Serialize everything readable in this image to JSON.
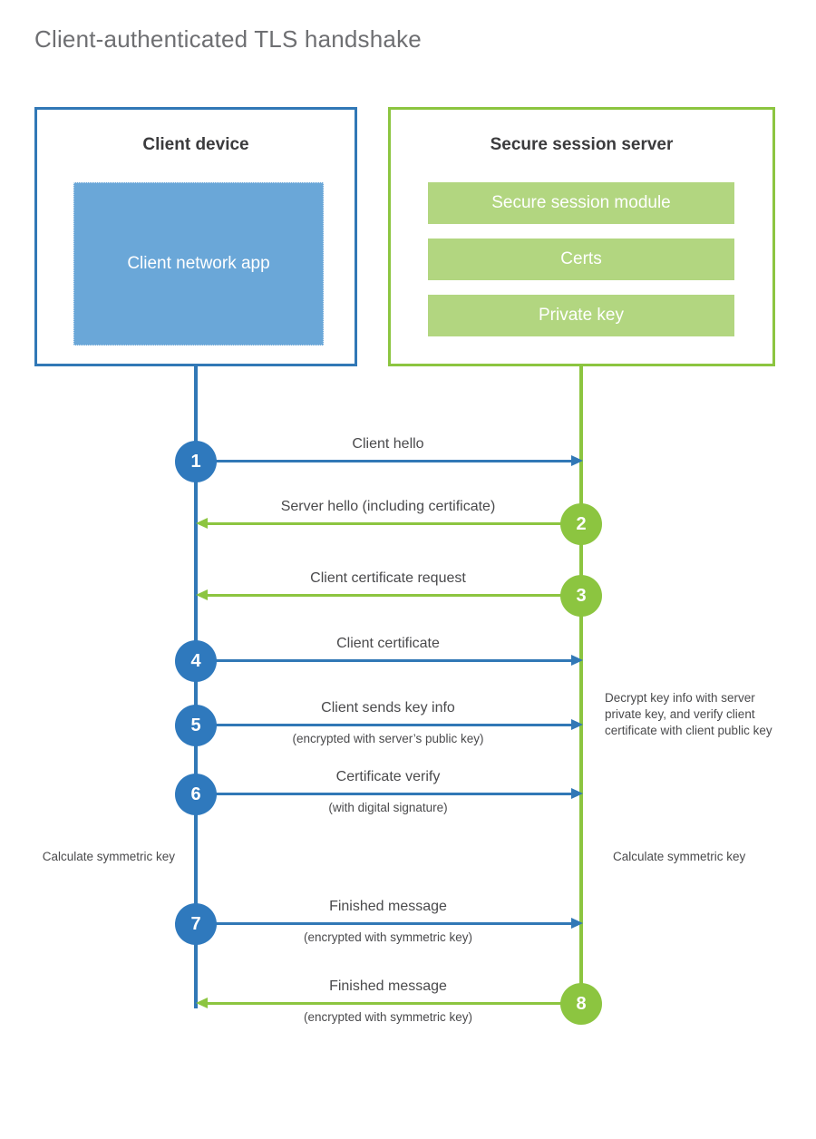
{
  "title": "Client-authenticated TLS handshake",
  "colors": {
    "client_accent": "#3178b6",
    "client_block_fill": "#6aa7d8",
    "client_badge": "#2f79bd",
    "server_accent": "#8cc540",
    "server_block_fill": "#b2d680",
    "title_text": "#6e6f72",
    "body_text": "#4a4a4c",
    "background": "#ffffff"
  },
  "participants": {
    "client": {
      "title": "Client device",
      "components": [
        "Client network app"
      ]
    },
    "server": {
      "title": "Secure session server",
      "components": [
        "Secure session module",
        "Certs",
        "Private key"
      ]
    }
  },
  "messages": [
    {
      "step": "1",
      "label": "Client hello",
      "sublabel": "",
      "direction": "client-to-server",
      "color": "#3178b6"
    },
    {
      "step": "2",
      "label": "Server hello (including certificate)",
      "sublabel": "",
      "direction": "server-to-client",
      "color": "#8cc540"
    },
    {
      "step": "3",
      "label": "Client certificate request",
      "sublabel": "",
      "direction": "server-to-client",
      "color": "#8cc540"
    },
    {
      "step": "4",
      "label": "Client certificate",
      "sublabel": "",
      "direction": "client-to-server",
      "color": "#3178b6"
    },
    {
      "step": "5",
      "label": "Client sends key info",
      "sublabel": "(encrypted with server’s public key)",
      "direction": "client-to-server",
      "color": "#3178b6"
    },
    {
      "step": "6",
      "label": "Certificate verify",
      "sublabel": "(with digital signature)",
      "direction": "client-to-server",
      "color": "#3178b6"
    },
    {
      "step": "7",
      "label": "Finished message",
      "sublabel": "(encrypted with symmetric key)",
      "direction": "client-to-server",
      "color": "#3178b6"
    },
    {
      "step": "8",
      "label": "Finished message",
      "sublabel": "(encrypted with symmetric key)",
      "direction": "server-to-client",
      "color": "#8cc540"
    }
  ],
  "annotations": {
    "decrypt_note": "Decrypt key info with server private key, and verify client certificate with client public key",
    "calculate_symmetric_key_client": "Calculate symmetric key",
    "calculate_symmetric_key_server": "Calculate symmetric key"
  }
}
